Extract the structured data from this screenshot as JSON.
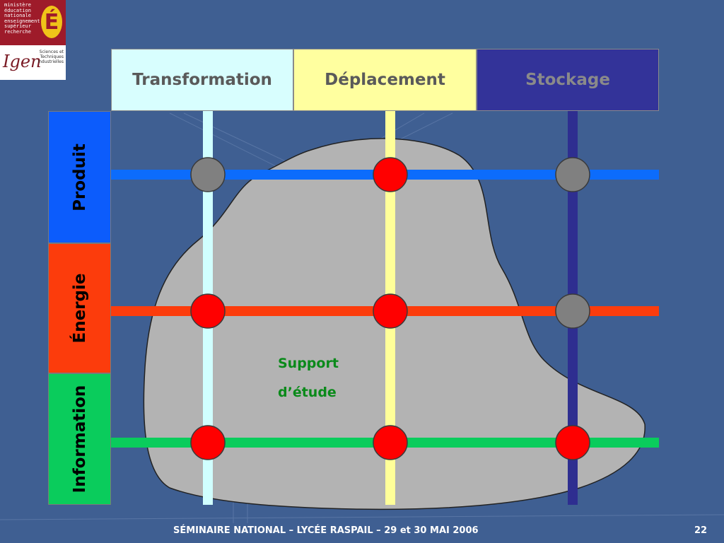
{
  "logo": {
    "ministere_lines": "ministère\néducation\nnationale\nenseignement\nsupérieur\nrecherche",
    "ministere_letter": "É",
    "igen_mark": "Igen",
    "igen_caption": "Sciences et\nTechniques\nIndustrielles"
  },
  "columns": [
    {
      "label": "Transformation",
      "color": "#d8fefe",
      "line_color": "#d0ffff"
    },
    {
      "label": "Déplacement",
      "color": "#ffff9f",
      "line_color": "#ffff99"
    },
    {
      "label": "Stockage",
      "color": "#333399",
      "line_color": "#2e2e90"
    }
  ],
  "rows": [
    {
      "label": "Produit",
      "color": "#0c5cfc",
      "line_color": "#0c6cfc"
    },
    {
      "label": "Énergie",
      "color": "#fc3c0c",
      "line_color": "#fc3c0c"
    },
    {
      "label": "Information",
      "color": "#0acc5c",
      "line_color": "#0acc5c"
    }
  ],
  "nodes": [
    [
      "gray",
      "red",
      "gray"
    ],
    [
      "red",
      "red",
      "gray"
    ],
    [
      "red",
      "red",
      "red"
    ]
  ],
  "node_colors": {
    "red": "#ff0000",
    "gray": "#808080"
  },
  "blob": {
    "label_line1": "Support",
    "label_line2": "d’étude",
    "color": "#b3b3b3"
  },
  "footer": {
    "text": "SÉMINAIRE NATIONAL – LYCÉE RASPAIL – 29 et 30 MAI 2006",
    "page": "22"
  }
}
